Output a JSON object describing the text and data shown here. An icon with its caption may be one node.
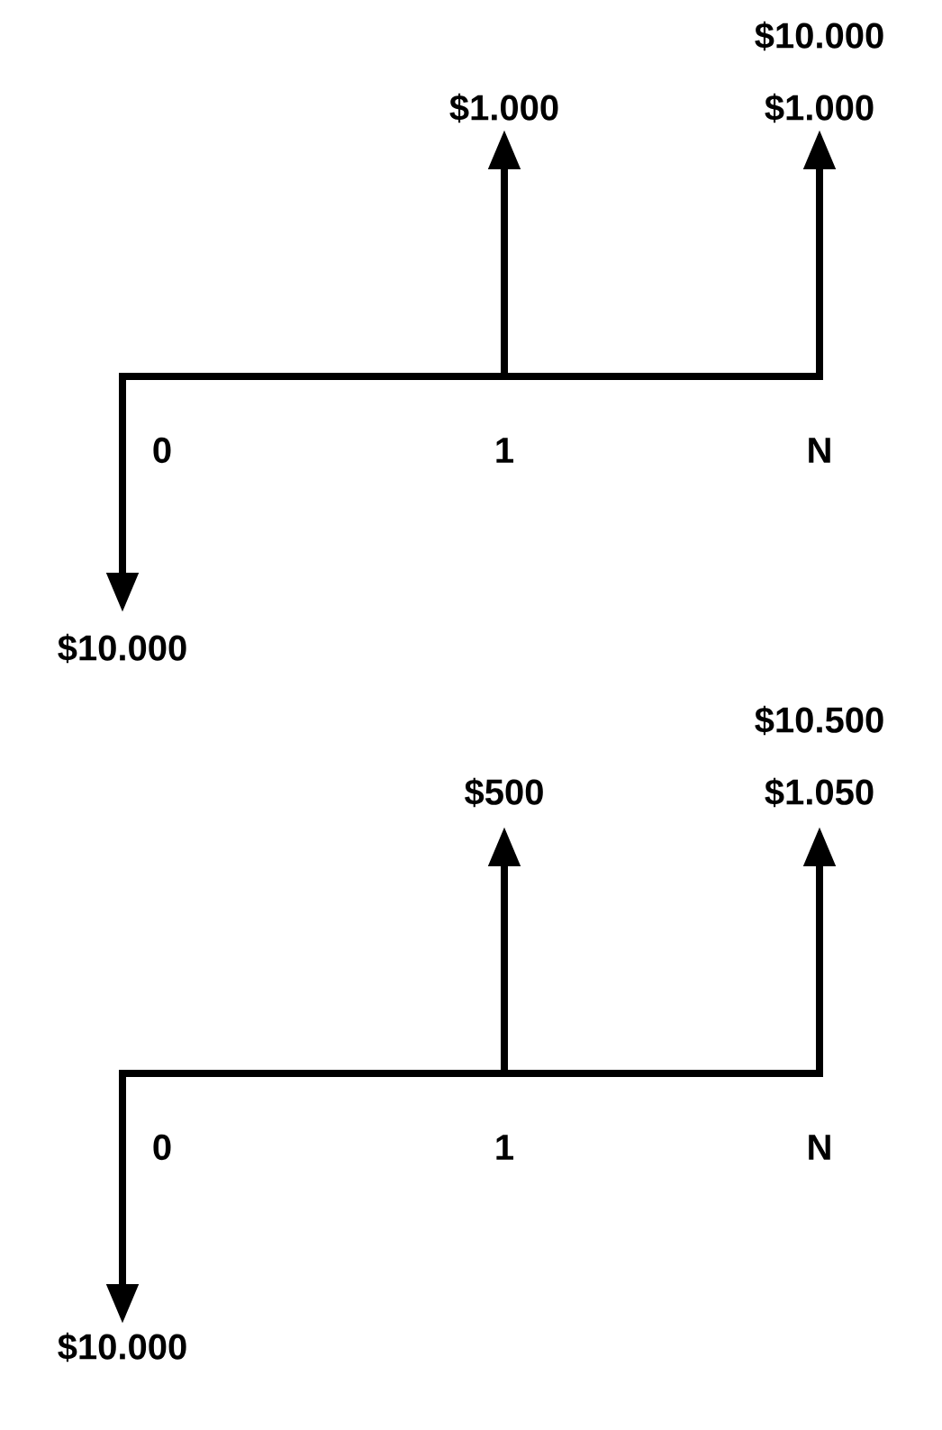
{
  "diagram": {
    "labels": [
      "$10.000",
      "$1.000",
      "$1.000",
      "0",
      "1",
      "N",
      "$10.000",
      "$10.500",
      "$500",
      "$1.050",
      "0",
      "1",
      "N",
      "$10.000"
    ]
  }
}
